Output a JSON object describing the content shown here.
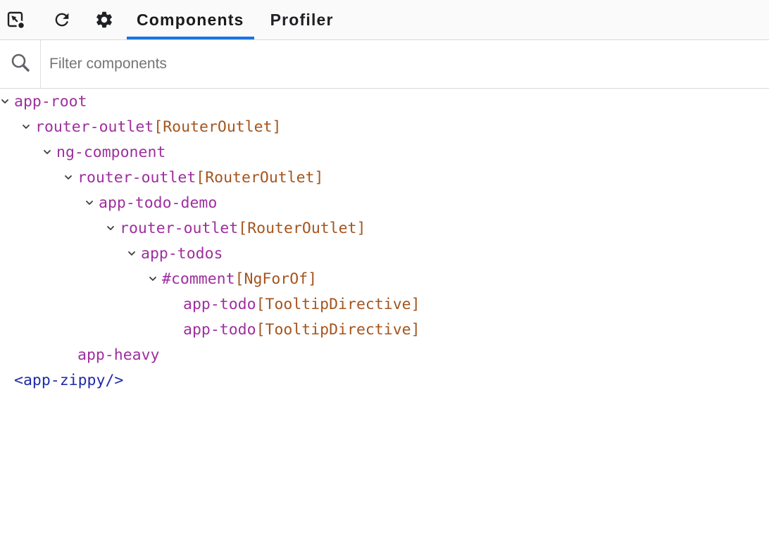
{
  "toolbar": {
    "icons": [
      {
        "name": "inspect-element-icon"
      },
      {
        "name": "refresh-icon"
      },
      {
        "name": "settings-gear-icon"
      }
    ],
    "tabs": [
      {
        "label": "Components",
        "active": true
      },
      {
        "label": "Profiler",
        "active": false
      }
    ]
  },
  "search": {
    "icon": "search-icon",
    "placeholder": "Filter components",
    "value": ""
  },
  "tree": {
    "nodes": [
      {
        "name": "app-root",
        "directives": "",
        "depth": 0,
        "expandable": true,
        "kind": "component"
      },
      {
        "name": "router-outlet",
        "directives": "[RouterOutlet]",
        "depth": 1,
        "expandable": true,
        "kind": "component"
      },
      {
        "name": "ng-component",
        "directives": "",
        "depth": 2,
        "expandable": true,
        "kind": "component"
      },
      {
        "name": "router-outlet",
        "directives": "[RouterOutlet]",
        "depth": 3,
        "expandable": true,
        "kind": "component"
      },
      {
        "name": "app-todo-demo",
        "directives": "",
        "depth": 4,
        "expandable": true,
        "kind": "component"
      },
      {
        "name": "router-outlet",
        "directives": "[RouterOutlet]",
        "depth": 5,
        "expandable": true,
        "kind": "component"
      },
      {
        "name": "app-todos",
        "directives": "",
        "depth": 6,
        "expandable": true,
        "kind": "component"
      },
      {
        "name": "#comment",
        "directives": "[NgForOf]",
        "depth": 7,
        "expandable": true,
        "kind": "component"
      },
      {
        "name": "app-todo",
        "directives": "[TooltipDirective]",
        "depth": 8,
        "expandable": false,
        "kind": "component"
      },
      {
        "name": "app-todo",
        "directives": "[TooltipDirective]",
        "depth": 8,
        "expandable": false,
        "kind": "component"
      },
      {
        "name": "app-heavy",
        "directives": "",
        "depth": 3,
        "expandable": false,
        "kind": "component"
      },
      {
        "name": "<app-zippy/>",
        "directives": "",
        "depth": 0,
        "expandable": false,
        "kind": "element"
      }
    ]
  },
  "colors": {
    "component_name": "#9e2f9e",
    "directive": "#a5551e",
    "custom_element": "#1f2aa8",
    "tab_underline": "#1a73e8",
    "icon": "#202124",
    "placeholder": "#757575"
  }
}
